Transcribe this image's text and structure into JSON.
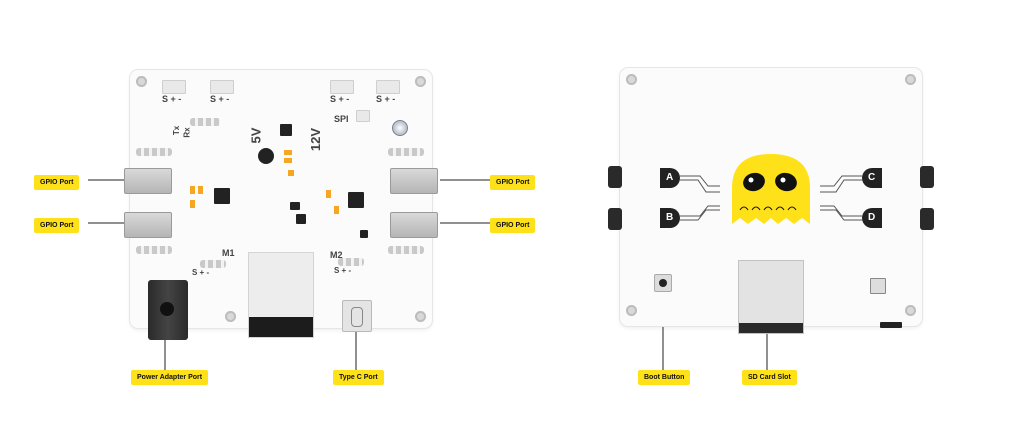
{
  "callouts": {
    "gpio_left_top": "GPIO Port",
    "gpio_left_bottom": "GPIO Port",
    "gpio_right_top": "GPIO Port",
    "gpio_right_bottom": "GPIO Port",
    "power": "Power Adapter Port",
    "typec": "Type C Port",
    "boot": "Boot Button",
    "sd": "SD Card Slot"
  },
  "front_silkscreen": {
    "s_plus_minus": "S + -",
    "tx": "Tx",
    "rx": "Rx",
    "v5": "5V",
    "v12": "12V",
    "spi": "SPI",
    "m1": "M1",
    "m2": "M2"
  },
  "back_silkscreen": {
    "a": "A",
    "b": "B",
    "c": "C",
    "d": "D"
  },
  "colors": {
    "callout": "#ffe11a",
    "mascot": "#ffe11a",
    "board": "#fbfbfb",
    "pad": "#222222",
    "smd": "#f5a623"
  },
  "icons": {
    "mascot": "ghost-mascot-icon"
  }
}
